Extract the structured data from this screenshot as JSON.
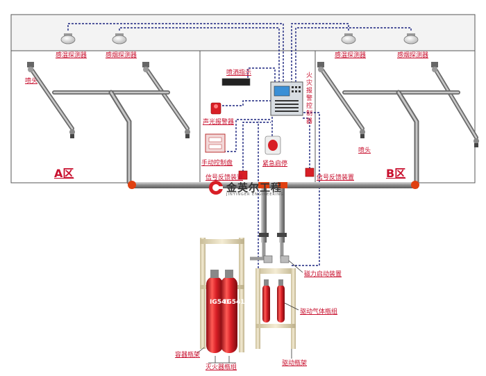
{
  "labels": {
    "temp_detector": "感温探测器",
    "smoke_detector": "感烟探测器",
    "nozzle": "喷头",
    "zone_a": "A区",
    "zone_b": "B区",
    "release_indicator": "喷洒指示",
    "fire_alarm_controller": "火灾报警控制器",
    "audible_visual_alarm": "声光报警器",
    "manual_control_box": "手动控制盘",
    "emergency_stop": "紧急启停",
    "signal_feedback": "信号反馈装置",
    "magnetic_actuator": "磁力启动装置",
    "drive_gas_bottles": "驱动气体瓶组",
    "container_rack": "容器瓶架",
    "extinguisher_bottles": "灭火器瓶组",
    "drive_rack": "驱动瓶架",
    "bottle_marking": "IG541"
  },
  "watermark": {
    "cn": "金英尔工程",
    "en": "JINYINGER ENGINEERING"
  },
  "colors": {
    "pipe": "#a8a8a8",
    "pipe_dark": "#6e6e6e",
    "wire": "#1a237e",
    "label": "#c8102e",
    "bottle": "#d81f26",
    "rack": "#e6dcc0",
    "joint": "#e04010"
  }
}
